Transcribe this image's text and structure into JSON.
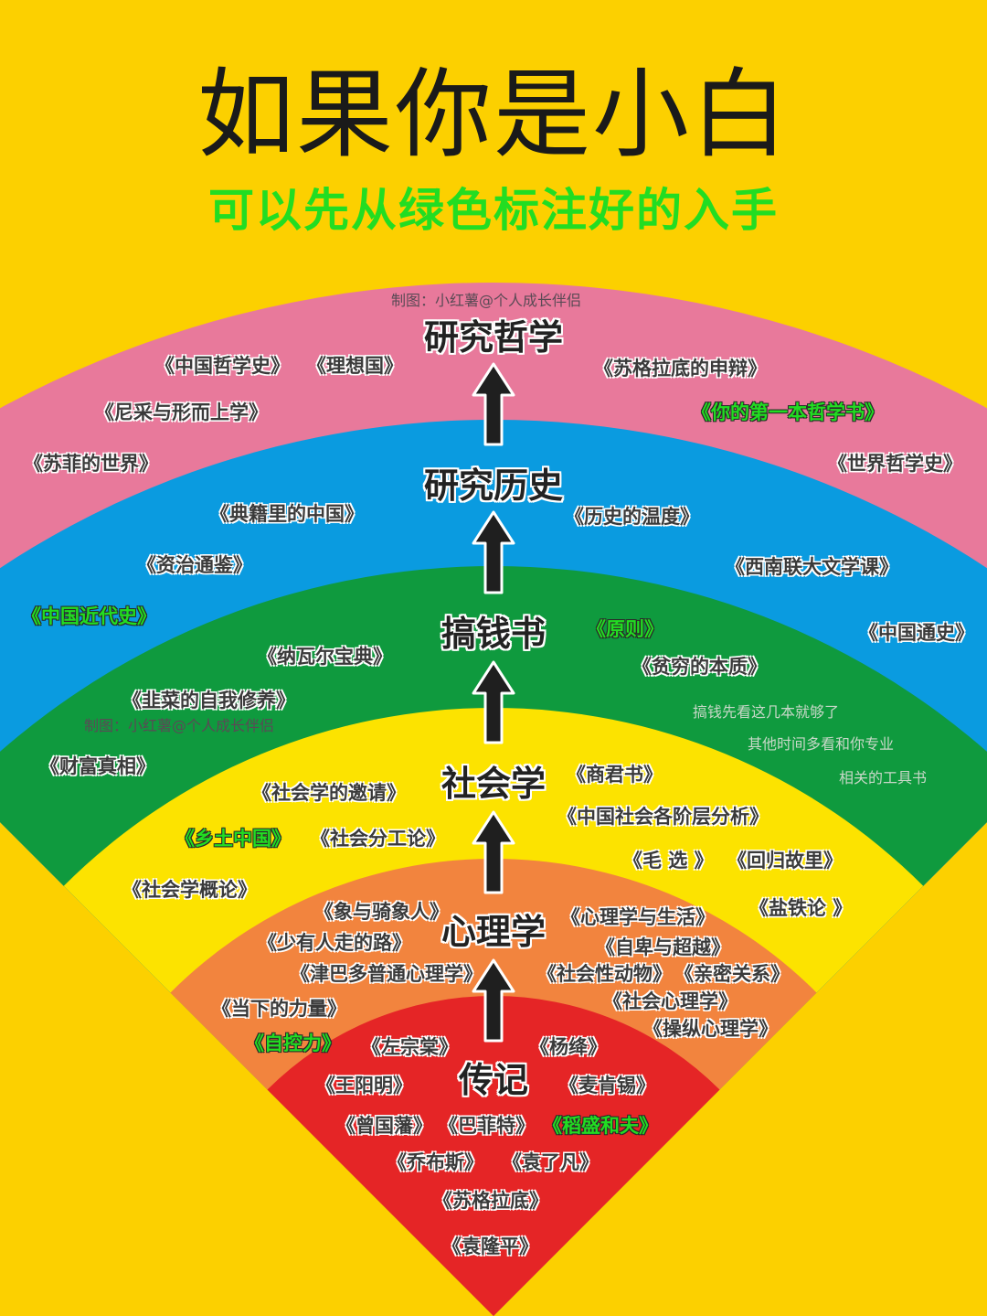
{
  "header": {
    "title": "如果你是小白",
    "subtitle": "可以先从绿色标注好的入手"
  },
  "credits": {
    "top": "制图：小红薯@个人成长伴侣",
    "middle": "制图：小红薯@个人成长伴侣"
  },
  "colors": {
    "background": "#FCD000",
    "philosophy": "#E8799B",
    "history": "#0A9BE0",
    "money": "#0F9A3E",
    "sociology": "#FCE300",
    "psychology": "#F2843E",
    "biography": "#E52526",
    "recommended": "#22DD22",
    "arrow": "#1f1f1f"
  },
  "levels": [
    {
      "id": "philosophy",
      "label": "研究哲学"
    },
    {
      "id": "history",
      "label": "研究历史"
    },
    {
      "id": "money",
      "label": "搞钱书"
    },
    {
      "id": "sociology",
      "label": "社会学"
    },
    {
      "id": "psychology",
      "label": "心理学"
    },
    {
      "id": "biography",
      "label": "传记"
    }
  ],
  "books": {
    "philosophy": [
      {
        "title": "《中国哲学史》",
        "green": false
      },
      {
        "title": "《理想国》",
        "green": false
      },
      {
        "title": "《苏格拉底的申辩》",
        "green": false
      },
      {
        "title": "《尼采与形而上学》",
        "green": false
      },
      {
        "title": "《你的第一本哲学书》",
        "green": true
      },
      {
        "title": "《苏菲的世界》",
        "green": false
      },
      {
        "title": "《世界哲学史》",
        "green": false
      }
    ],
    "history": [
      {
        "title": "《典籍里的中国》",
        "green": false
      },
      {
        "title": "《历史的温度》",
        "green": false
      },
      {
        "title": "《资治通鉴》",
        "green": false
      },
      {
        "title": "《西南联大文学课》",
        "green": false
      },
      {
        "title": "《中国近代史》",
        "green": true
      },
      {
        "title": "《中国通史》",
        "green": false
      }
    ],
    "money": [
      {
        "title": "《原则》",
        "green": true
      },
      {
        "title": "《纳瓦尔宝典》",
        "green": false
      },
      {
        "title": "《贫穷的本质》",
        "green": false
      },
      {
        "title": "《韭菜的自我修养》",
        "green": false
      },
      {
        "title": "《财富真相》",
        "green": false
      }
    ],
    "sociology": [
      {
        "title": "《社会学的邀请》",
        "green": false
      },
      {
        "title": "《商君书》",
        "green": false
      },
      {
        "title": "《中国社会各阶层分析》",
        "green": false
      },
      {
        "title": "《乡土中国》",
        "green": true
      },
      {
        "title": "《社会分工论》",
        "green": false
      },
      {
        "title": "《毛 选 》",
        "green": false
      },
      {
        "title": "《回归故里》",
        "green": false
      },
      {
        "title": "《社会学概论》",
        "green": false
      },
      {
        "title": "《盐铁论 》",
        "green": false
      }
    ],
    "psychology": [
      {
        "title": "《象与骑象人》",
        "green": false
      },
      {
        "title": "《心理学与生活》",
        "green": false
      },
      {
        "title": "《少有人走的路》",
        "green": false
      },
      {
        "title": "《自卑与超越》",
        "green": false
      },
      {
        "title": "《津巴多普通心理学》",
        "green": false
      },
      {
        "title": "《社会性动物》",
        "green": false
      },
      {
        "title": "《亲密关系》",
        "green": false
      },
      {
        "title": "《当下的力量》",
        "green": false
      },
      {
        "title": "《社会心理学》",
        "green": false
      },
      {
        "title": "《操纵心理学》",
        "green": false
      },
      {
        "title": "《自控力》",
        "green": true
      }
    ],
    "biography": [
      {
        "title": "《左宗棠》",
        "green": false
      },
      {
        "title": "《杨绛》",
        "green": false
      },
      {
        "title": "《王阳明》",
        "green": false
      },
      {
        "title": "《麦肯锡》",
        "green": false
      },
      {
        "title": "《曾国藩》",
        "green": false
      },
      {
        "title": "《巴菲特》",
        "green": false
      },
      {
        "title": "《稻盛和夫》",
        "green": true
      },
      {
        "title": "《乔布斯》",
        "green": false
      },
      {
        "title": "《袁了凡》",
        "green": false
      },
      {
        "title": "《苏格拉底》",
        "green": false
      },
      {
        "title": "《袁隆平》",
        "green": false
      }
    ]
  },
  "notes": [
    "搞钱先看这几本就够了",
    "其他时间多看和你专业",
    "相关的工具书"
  ]
}
